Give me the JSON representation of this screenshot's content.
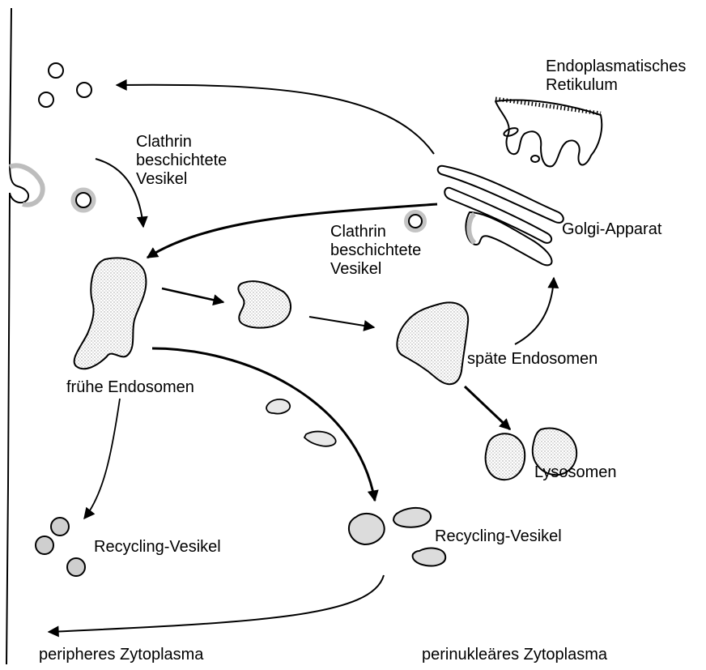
{
  "labels": {
    "er": [
      "Endoplasmatisches",
      "Retikulum"
    ],
    "clathrin_top": [
      "Clathrin",
      "beschichtete",
      "Vesikel"
    ],
    "clathrin_mid": [
      "Clathrin",
      "beschichtete",
      "Vesikel"
    ],
    "golgi": "Golgi-Apparat",
    "early_endosomes": "frühe Endosomen",
    "late_endosomes": "späte Endosomen",
    "lysosomes": "Lysosomen",
    "recycling_left": "Recycling-Vesikel",
    "recycling_right": "Recycling-Vesikel",
    "peripheral": "peripheres Zytoplasma",
    "perinuclear": "perinukleäres Zytoplasma"
  }
}
